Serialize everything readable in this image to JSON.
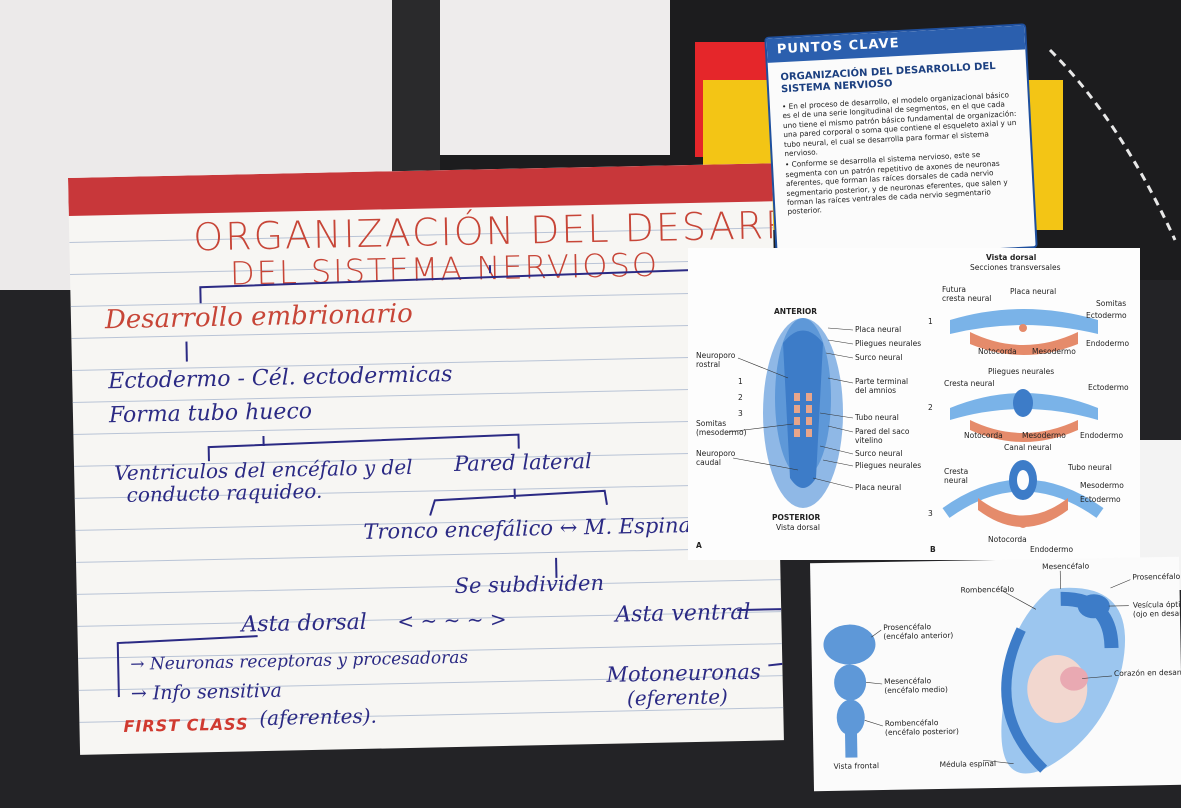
{
  "card": {
    "title_line1": "ORGANIZACIÓN DEL DESARROLLO",
    "title_line2": "DEL SISTEMA NERVIOSO",
    "embryonic_dev": "Desarrollo embrionario",
    "ectoderm": "Ectodermo - Cél. ectodermicas",
    "hollow_tube": "Forma tubo hueco",
    "ventricles_line1": "Ventriculos del encéfalo y del",
    "ventricles_line2": "conducto raquideo.",
    "lateral_wall": "Pared lateral",
    "brainstem_spinal": "Tronco encefálico ↔ M. Espinal",
    "subdivide": "Se subdividen",
    "dorsal_horn": "Asta dorsal",
    "ventral_horn": "Asta ventral",
    "receptor_neurons": "→ Neuronas receptoras y procesadoras",
    "sensory_info": "→ Info sensitiva",
    "afferent": "(aferentes).",
    "motor_neurons": "Motoneuronas",
    "efferent": "(eferente)",
    "brand": "FIRST CLASS"
  },
  "key_points": {
    "header": "PUNTOS CLAVE",
    "subtitle": "ORGANIZACIÓN DEL DESARROLLO DEL SISTEMA NERVIOSO",
    "bullet1": "En el proceso de desarrollo, el modelo organizacional básico es el de una serie longitudinal de segmentos, en el que cada uno tiene el mismo patrón básico fundamental de organización: una pared corporal o soma que contiene el esqueleto axial y un tubo neural, el cual se desarrolla para formar el sistema nervioso.",
    "bullet2": "Conforme se desarrolla el sistema nervioso, este se segmenta con un patrón repetitivo de axones de neuronas aferentes, que forman las raíces dorsales de cada nervio segmentario posterior, y de neuronas eferentes, que salen y forman las raíces ventrales de cada nervio segmentario posterior."
  },
  "diagram_a": {
    "anterior": "ANTERIOR",
    "posterior": "POSTERIOR",
    "view": "Vista dorsal",
    "letter": "A",
    "labels": {
      "placa_neural": "Placa neural",
      "pliegues_neurales": "Pliegues neurales",
      "surco_neural": "Surco neural",
      "parte_terminal": "Parte terminal",
      "del_amnios": "del amnios",
      "tubo_neural": "Tubo neural",
      "pared_saco": "Pared del saco",
      "vitelino": "vitelino",
      "surco_neural2": "Surco neural",
      "pliegues_neurales2": "Pliegues neurales",
      "placa_neural2": "Placa neural",
      "neuroporo_rostral_1": "Neuroporo",
      "neuroporo_rostral_2": "rostral",
      "somitas_1": "Somitas",
      "somitas_2": "(mesodermo)",
      "neuroporo_caudal_1": "Neuroporo",
      "neuroporo_caudal_2": "caudal",
      "n1": "1",
      "n2": "2",
      "n3": "3"
    }
  },
  "diagram_b": {
    "title": "Vista dorsal",
    "subtitle": "Secciones transversales",
    "letter": "B",
    "labels": {
      "futura_cresta_1": "Futura",
      "futura_cresta_2": "cresta neural",
      "placa_neural": "Placa neural",
      "somitas": "Somitas",
      "ectodermo": "Ectodermo",
      "notocorda": "Notocorda",
      "mesodermo": "Mesodermo",
      "endodermo": "Endodermo",
      "pliegues_neurales": "Pliegues neurales",
      "cresta_neural": "Cresta neural",
      "ectodermo2": "Ectodermo",
      "notocorda2": "Notocorda",
      "mesodermo2": "Mesodermo",
      "endodermo2": "Endodermo",
      "canal_neural": "Canal neural",
      "cresta_1": "Cresta",
      "cresta_2": "neural",
      "tubo_neural": "Tubo neural",
      "mesodermo3": "Mesodermo",
      "ectodermo3": "Ectodermo",
      "notocorda3": "Notocorda",
      "endodermo3": "Endodermo",
      "n1": "1",
      "n2": "2",
      "n3": "3"
    }
  },
  "diagram_c": {
    "labels": {
      "mesencefalo_top": "Mesencéfalo",
      "rombencefalo_top": "Rombencéfalo",
      "prosencefalo_top": "Prosencéfalo",
      "vesicula_1": "Vesícula óptica",
      "vesicula_2": "(ojo en desarrollo)",
      "prosencefalo_1": "Prosencéfalo",
      "prosencefalo_2": "(encéfalo anterior)",
      "mesencefalo_1": "Mesencéfalo",
      "mesencefalo_2": "(encéfalo medio)",
      "rombencefalo_1": "Rombencéfalo",
      "rombencefalo_2": "(encéfalo posterior)",
      "corazon": "Corazón en desarrollo",
      "vista_frontal": "Vista frontal",
      "medula": "Médula espinal"
    }
  },
  "colors": {
    "ink_red": "#c74537",
    "ink_blue": "#2b2a84",
    "card_band": "#c8373a",
    "keypoints_blue": "#2b5fae",
    "sticky_red": "#e5262a",
    "sticky_yellow": "#f3c515"
  }
}
